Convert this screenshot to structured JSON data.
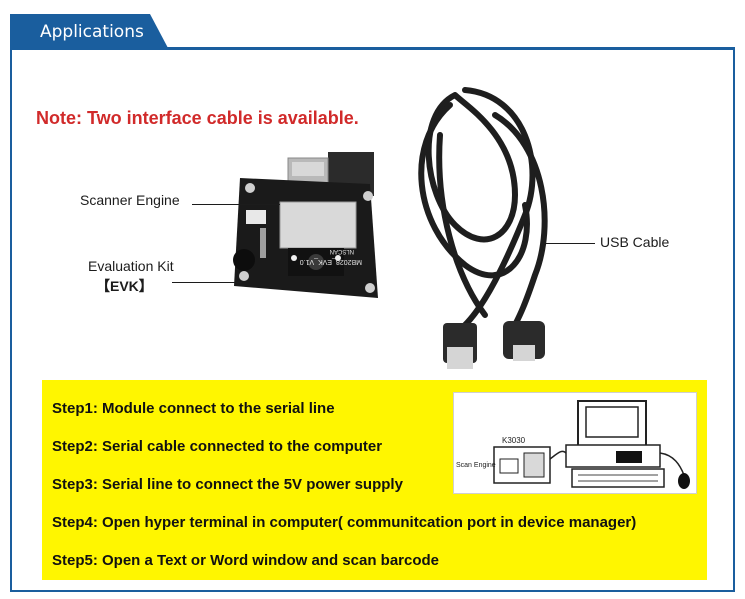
{
  "header": {
    "tab_label": "Applications",
    "accent_color": "#1a5e9e"
  },
  "note": {
    "text": "Note: Two interface cable is available.",
    "color": "#d12a2a"
  },
  "labels": {
    "scanner_engine": "Scanner Engine",
    "evaluation_kit": "Evaluation Kit",
    "evk": "【EVK】",
    "usb_cable": "USB Cable"
  },
  "board_print": {
    "model": "MB2028_EVK_V1.0",
    "brand": "NLSCAN"
  },
  "steps": [
    "Step1: Module connect to the serial line",
    "Step2: Serial cable connected to the computer",
    "Step3: Serial  line to connect the 5V power supply",
    "Step4: Open hyper terminal in computer( communitcation port in device manager)",
    "Step5: Open a Text or Word window  and scan barcode"
  ],
  "diagram": {
    "device_label": "K3030",
    "engine_label": "Scan Engine"
  },
  "panel_color": "#fff600"
}
